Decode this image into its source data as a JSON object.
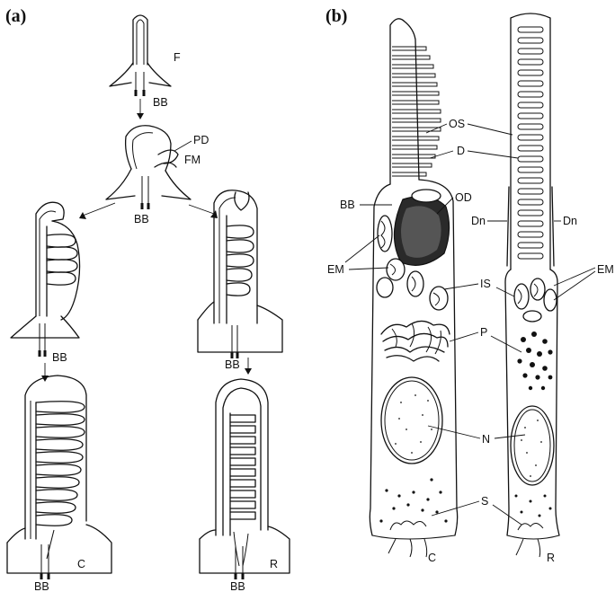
{
  "panel_a": {
    "label": "(a)",
    "labels": {
      "F": "F",
      "BB_top": "BB",
      "PD": "PD",
      "FM": "FM",
      "BB_mid": "BB",
      "BB_left": "BB",
      "BB_right": "BB",
      "C": "C",
      "BB_cone": "BB",
      "R": "R",
      "BB_rod": "BB"
    }
  },
  "panel_b": {
    "label": "(b)",
    "labels": {
      "OS": "OS",
      "D": "D",
      "BB": "BB",
      "OD": "OD",
      "Dn_left": "Dn",
      "Dn_right": "Dn",
      "EM_left": "EM",
      "EM_right": "EM",
      "IS": "IS",
      "P": "P",
      "N": "N",
      "S": "S",
      "C": "C",
      "R": "R"
    }
  }
}
